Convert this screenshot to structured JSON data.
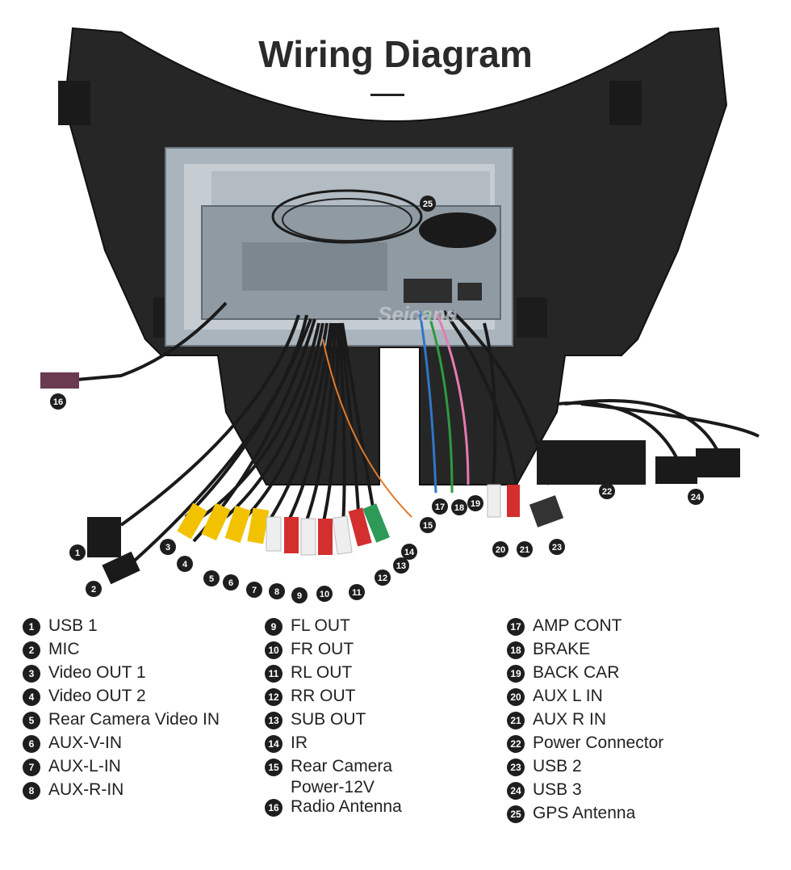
{
  "header": {
    "title": "Wiring Diagram"
  },
  "watermark": "Seicane",
  "callouts": [
    "1",
    "2",
    "3",
    "4",
    "5",
    "6",
    "7",
    "8",
    "9",
    "10",
    "11",
    "12",
    "13",
    "14",
    "15",
    "16",
    "17",
    "18",
    "19",
    "20",
    "21",
    "22",
    "23",
    "24",
    "25"
  ],
  "legend": {
    "col1": [
      {
        "num": "1",
        "label": "USB 1"
      },
      {
        "num": "2",
        "label": "MIC"
      },
      {
        "num": "3",
        "label": "Video OUT 1"
      },
      {
        "num": "4",
        "label": "Video OUT 2"
      },
      {
        "num": "5",
        "label": "Rear Camera Video IN"
      },
      {
        "num": "6",
        "label": "AUX-V-IN"
      },
      {
        "num": "7",
        "label": "AUX-L-IN"
      },
      {
        "num": "8",
        "label": "AUX-R-IN"
      }
    ],
    "col2": [
      {
        "num": "9",
        "label": "FL OUT"
      },
      {
        "num": "10",
        "label": "FR OUT"
      },
      {
        "num": "11",
        "label": "RL OUT"
      },
      {
        "num": "12",
        "label": "RR OUT"
      },
      {
        "num": "13",
        "label": "SUB OUT"
      },
      {
        "num": "14",
        "label": "IR"
      },
      {
        "num": "15",
        "label": "Rear Camera\nPower-12V"
      },
      {
        "num": "16",
        "label": "Radio Antenna"
      }
    ],
    "col3": [
      {
        "num": "17",
        "label": "AMP CONT"
      },
      {
        "num": "18",
        "label": "BRAKE"
      },
      {
        "num": "19",
        "label": "BACK CAR"
      },
      {
        "num": "20",
        "label": "AUX L IN"
      },
      {
        "num": "21",
        "label": "AUX R IN"
      },
      {
        "num": "22",
        "label": "Power Connector"
      },
      {
        "num": "23",
        "label": "USB 2"
      },
      {
        "num": "24",
        "label": "USB 3"
      },
      {
        "num": "25",
        "label": "GPS Antenna"
      }
    ]
  }
}
